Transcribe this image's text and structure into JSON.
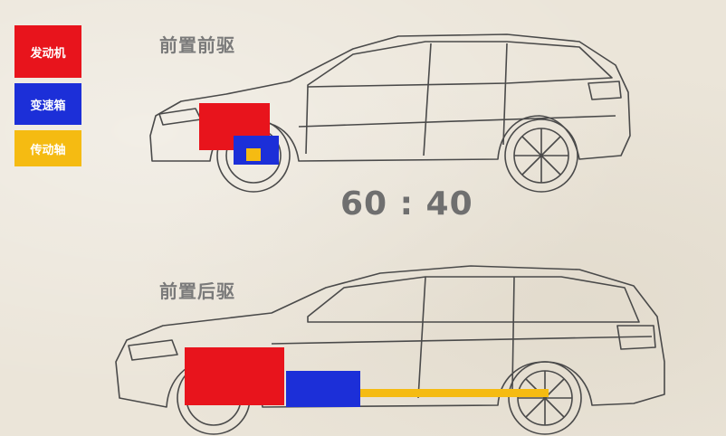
{
  "legend": [
    {
      "label": "发动机",
      "color": "#e8141c"
    },
    {
      "label": "变速箱",
      "color": "#1c2fd8"
    },
    {
      "label": "传动轴",
      "color": "#f5bb12"
    }
  ],
  "diagrams": {
    "top": {
      "heading": "前置前驱",
      "ratio": "60 : 40"
    },
    "bottom": {
      "heading": "前置后驱"
    }
  }
}
